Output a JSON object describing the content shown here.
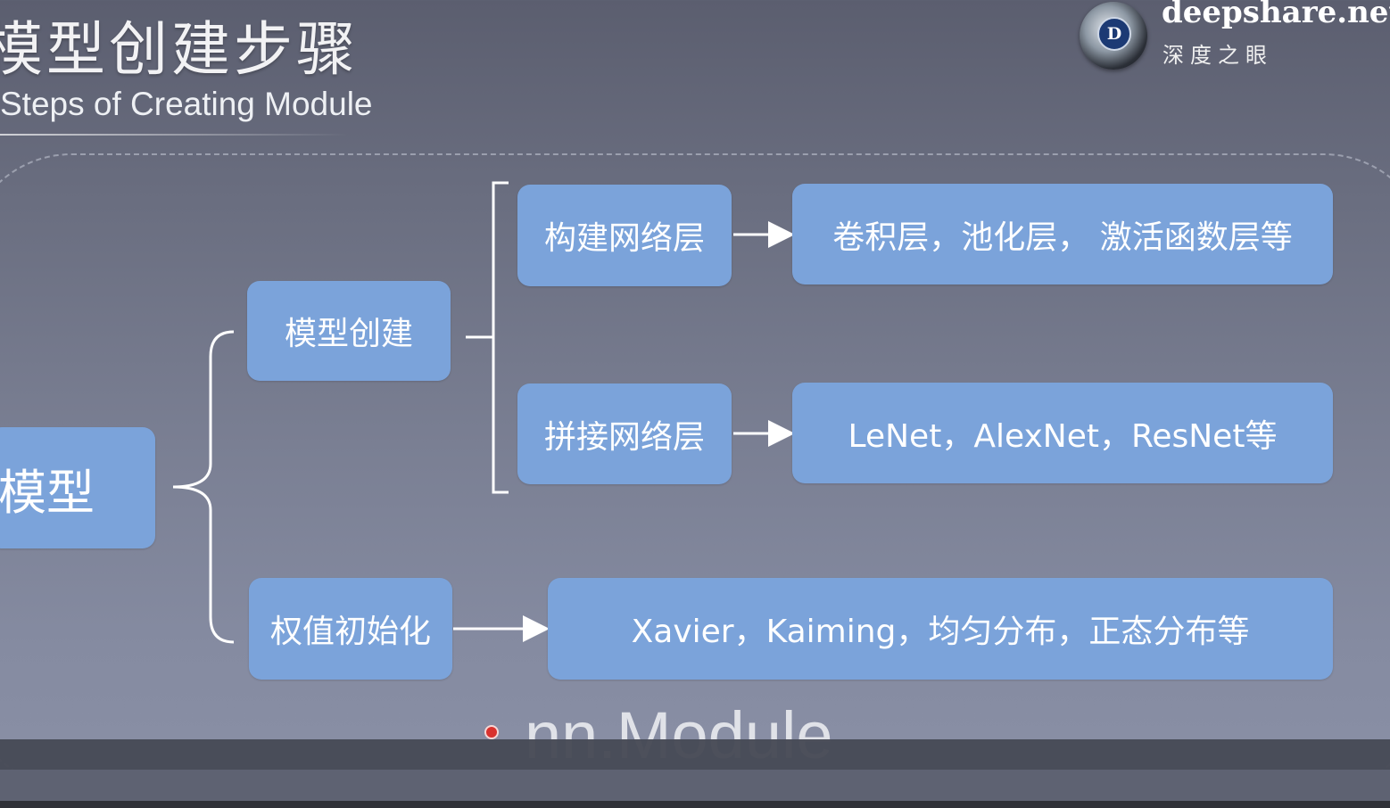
{
  "title": {
    "cn": "模型创建步骤",
    "en": "Steps of Creating Module"
  },
  "logo": {
    "icon": "deepshare-logo-icon",
    "letter": "D",
    "name": "deepshare.net",
    "sub": "深度之眼"
  },
  "diagram": {
    "root": "模型",
    "create": "模型创建",
    "build_layers": "构建网络层",
    "build_layers_detail": "卷积层，池化层， 激活函数层等",
    "concat_layers": "拼接网络层",
    "concat_layers_detail": "LeNet，AlexNet，ResNet等",
    "weight_init": "权值初始化",
    "weight_init_detail": "Xavier，Kaiming，均匀分布，正态分布等"
  },
  "bottom": {
    "text": "nn.Module"
  },
  "colors": {
    "box": "#7ba3da",
    "background": "#6f7387",
    "accent_dot": "#d9322e"
  }
}
